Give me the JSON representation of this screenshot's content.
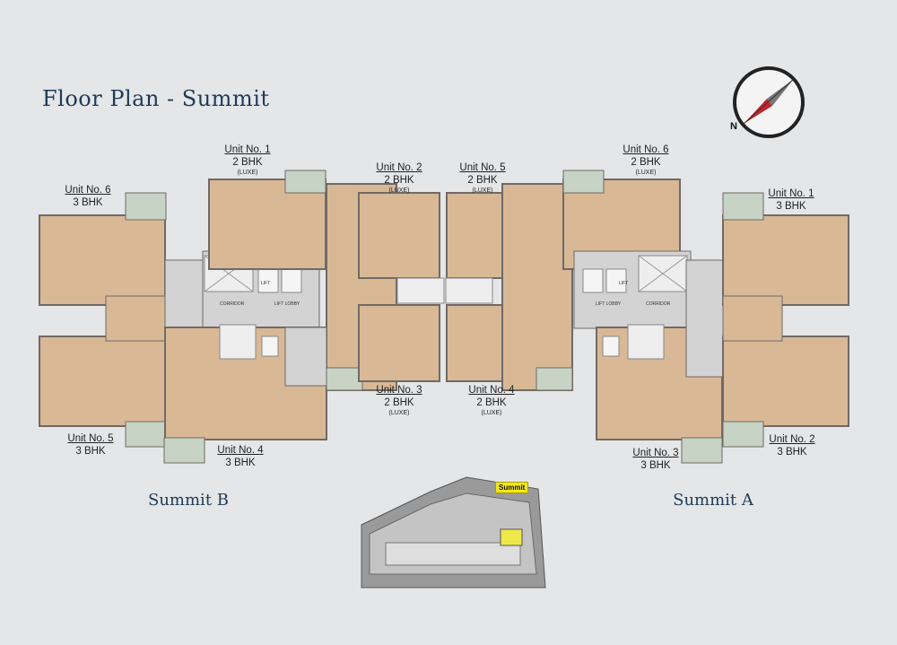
{
  "page": {
    "title": "Floor Plan - Summit"
  },
  "compass": {
    "north_label": "N"
  },
  "units": [
    {
      "id": "b6",
      "unit": "Unit No. 6",
      "type": "3 BHK",
      "sub": ""
    },
    {
      "id": "b1",
      "unit": "Unit No. 1",
      "type": "2 BHK",
      "sub": "(LUXE)"
    },
    {
      "id": "b2",
      "unit": "Unit No. 2",
      "type": "2 BHK",
      "sub": "(LUXE)"
    },
    {
      "id": "a5",
      "unit": "Unit No. 5",
      "type": "2 BHK",
      "sub": "(LUXE)"
    },
    {
      "id": "a6",
      "unit": "Unit No. 6",
      "type": "2 BHK",
      "sub": "(LUXE)"
    },
    {
      "id": "a1",
      "unit": "Unit No. 1",
      "type": "3 BHK",
      "sub": ""
    },
    {
      "id": "b3",
      "unit": "Unit No. 3",
      "type": "2 BHK",
      "sub": "(LUXE)"
    },
    {
      "id": "a4",
      "unit": "Unit No. 4",
      "type": "2 BHK",
      "sub": "(LUXE)"
    },
    {
      "id": "b5",
      "unit": "Unit No. 5",
      "type": "3 BHK",
      "sub": ""
    },
    {
      "id": "b4",
      "unit": "Unit No. 4",
      "type": "3 BHK",
      "sub": ""
    },
    {
      "id": "a3",
      "unit": "Unit No. 3",
      "type": "3 BHK",
      "sub": ""
    },
    {
      "id": "a2",
      "unit": "Unit No. 2",
      "type": "3 BHK",
      "sub": ""
    }
  ],
  "blocks": {
    "left": "Summit B",
    "right": "Summit A"
  },
  "core": {
    "lift": "LIFT",
    "corridor": "CORRIDOR",
    "lift_lobby": "LIFT LOBBY"
  },
  "site_map": {
    "marker_label": "Summit"
  },
  "colors": {
    "floor": "#d9b896",
    "wall": "#6f6a66",
    "core": "#d3d3d3",
    "balcony": "#c7d3c4",
    "title": "#1f3a57"
  }
}
